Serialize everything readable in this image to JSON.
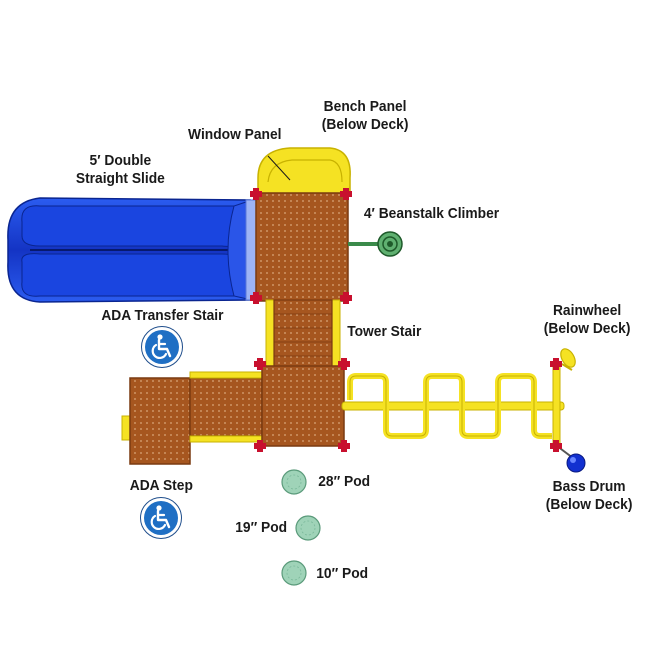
{
  "colors": {
    "slide_blue": "#1a3fc7",
    "slide_dark": "#0a2590",
    "deck_brown": "#a0521e",
    "deck_border": "#7a3a10",
    "yellow": "#f5e223",
    "yellow_dark": "#c8b200",
    "clamp_red": "#c8102e",
    "pod_green": "#9fd3b8",
    "ada_blue": "#1f6fc4",
    "drum_blue": "#1230d0"
  },
  "labels": {
    "bench_panel": [
      "Bench Panel",
      "(Below Deck)"
    ],
    "window_panel": "Window Panel",
    "double_slide": [
      "5′ Double",
      "Straight Slide"
    ],
    "beanstalk": "4′ Beanstalk Climber",
    "ada_transfer": "ADA Transfer Stair",
    "tower_stair": "Tower Stair",
    "rainwheel": [
      "Rainwheel",
      "(Below Deck)"
    ],
    "ada_step": "ADA Step",
    "pod_28": "28″ Pod",
    "pod_19": "19″ Pod",
    "pod_10": "10″ Pod",
    "bass_drum": [
      "Bass Drum",
      "(Below Deck)"
    ]
  },
  "icons": [
    "wheelchair-icon",
    "wheelchair-icon"
  ]
}
